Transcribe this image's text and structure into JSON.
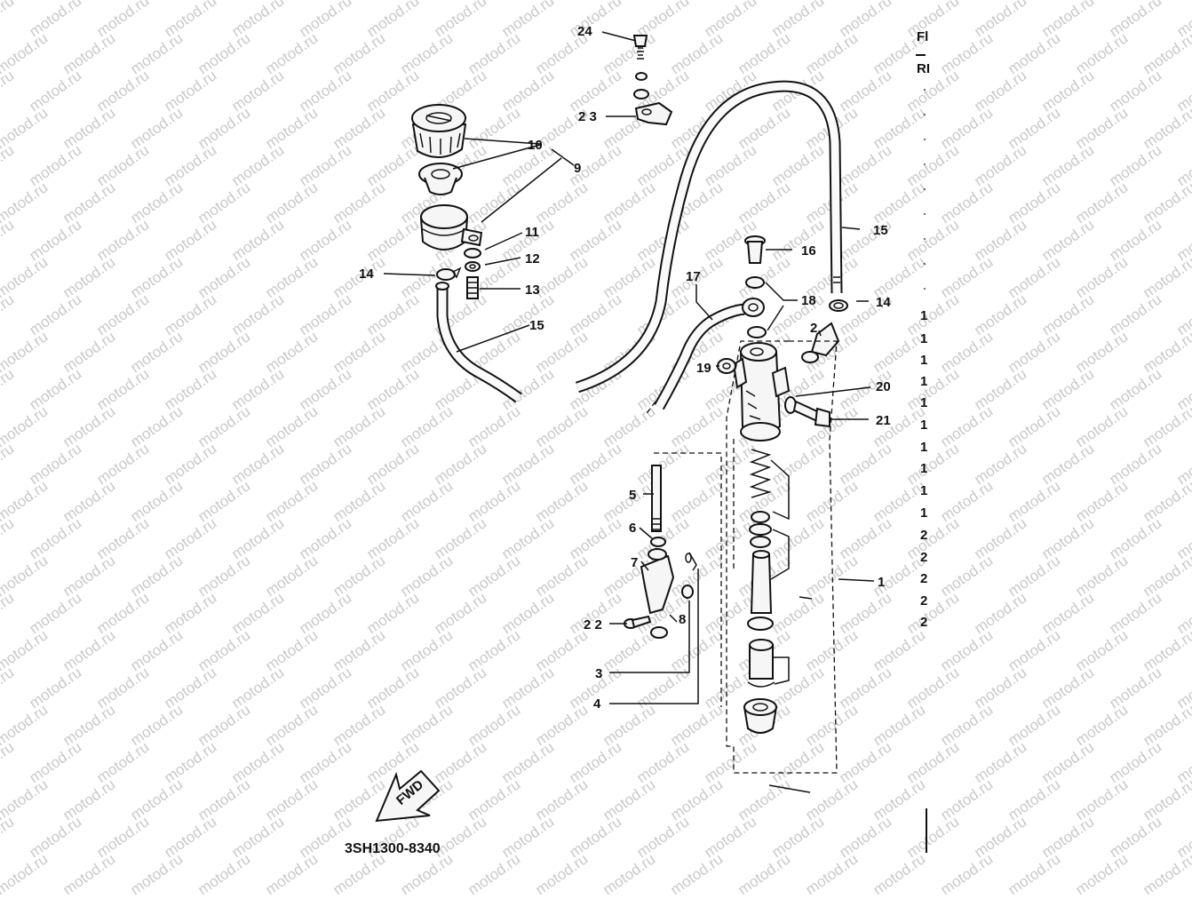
{
  "diagram": {
    "code": "3SH1300-8340",
    "fwd_label": "FWD",
    "watermark": "motod.ru",
    "callouts": {
      "c1": "1",
      "c2": "2",
      "c3": "3",
      "c4": "4",
      "c5": "5",
      "c6": "6",
      "c7": "7",
      "c8": "8",
      "c9": "9",
      "c10": "10",
      "c11": "11",
      "c12": "12",
      "c13": "13",
      "c14a": "14",
      "c14b": "14",
      "c15a": "15",
      "c15b": "15",
      "c16": "16",
      "c17": "17",
      "c18": "18",
      "c19": "19",
      "c20": "20",
      "c21": "21",
      "c22": "2 2",
      "c23": "2 3",
      "c24": "24"
    },
    "edge_text": {
      "t1": "Fl",
      "t2": "RI",
      "n1": "1",
      "n2": "1",
      "n3": "1",
      "n4": "1",
      "n5": "1",
      "n6": "1",
      "n7": "1",
      "n8": "1",
      "n9": "1",
      "n10": "1",
      "n11": "2",
      "n12": "2",
      "n13": "2",
      "n14": "2",
      "n15": "2"
    }
  }
}
